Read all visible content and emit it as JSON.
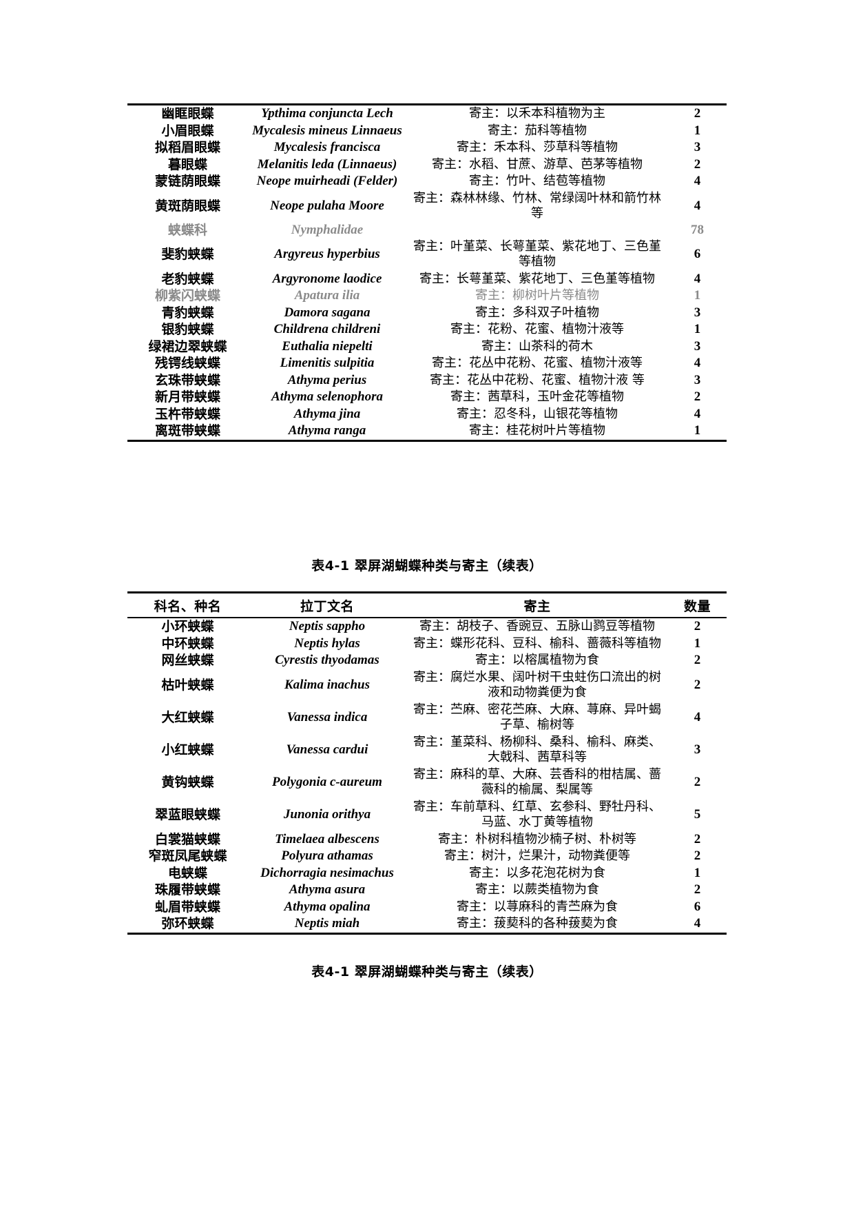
{
  "document": {
    "caption_1": "表4-1  翠屏湖蝴蝶种类与寄主（续表）",
    "caption_2": "表4-1  翠屏湖蝴蝶种类与寄主（续表）"
  },
  "table_2_headers": {
    "name": "科名、种名",
    "latin": "拉丁文名",
    "host": "寄主",
    "qty": "数量"
  },
  "table_1_rows": [
    {
      "cn": "幽眶眼蝶",
      "latin": "Ypthima conjuncta Lech",
      "host": "寄主：以禾本科植物为主",
      "qty": "2",
      "faded": false
    },
    {
      "cn": "小眉眼蝶",
      "latin": "Mycalesis mineus Linnaeus",
      "host": "寄主：茄科等植物",
      "qty": "1",
      "faded": false
    },
    {
      "cn": "拟稻眉眼蝶",
      "latin": "Mycalesis francisca",
      "host": "寄主：禾本科、莎草科等植物",
      "qty": "3",
      "faded": false
    },
    {
      "cn": "暮眼蝶",
      "latin": "Melanitis leda (Linnaeus)",
      "host": "寄主：水稻、甘蔗、游草、芭茅等植物",
      "qty": "2",
      "faded": false
    },
    {
      "cn": "蒙链荫眼蝶",
      "latin": "Neope muirheadi (Felder)",
      "host": "寄主：竹叶、结苞等植物",
      "qty": "4",
      "faded": false
    },
    {
      "cn": "黄斑荫眼蝶",
      "latin": "Neope pulaha Moore",
      "host": "寄主：森林林缘、竹林、常绿阔叶林和箭竹林等",
      "qty": "4",
      "faded": false
    },
    {
      "cn": "蛱蝶科",
      "latin": "Nymphalidae",
      "host": "",
      "qty": "78",
      "faded": true
    },
    {
      "cn": "斐豹蛱蝶",
      "latin": "Argyreus hyperbius",
      "host": "寄主：叶堇菜、长萼堇菜、紫花地丁、三色堇等植物",
      "qty": "6",
      "faded": false
    },
    {
      "cn": "老豹蛱蝶",
      "latin": "Argyronome laodice",
      "host": "寄主：长萼堇菜、紫花地丁、三色堇等植物",
      "qty": "4",
      "faded": false
    },
    {
      "cn": "柳紫闪蛱蝶",
      "latin": "Apatura ilia",
      "host": "寄主：柳树叶片等植物",
      "qty": "1",
      "faded": true
    },
    {
      "cn": "青豹蛱蝶",
      "latin": "Damora sagana",
      "host": "寄主：多科双子叶植物",
      "qty": "3",
      "faded": false
    },
    {
      "cn": "银豹蛱蝶",
      "latin": "Childrena childreni",
      "host": "寄主：花粉、花蜜、植物汁液等",
      "qty": "1",
      "faded": false
    },
    {
      "cn": "绿裙边翠蛱蝶",
      "latin": "Euthalia niepelti",
      "host": "寄主：山茶科的荷木",
      "qty": "3",
      "faded": false
    },
    {
      "cn": "残锷线蛱蝶",
      "latin": "Limenitis sulpitia",
      "host": "寄主：花丛中花粉、花蜜、植物汁液等",
      "qty": "4",
      "faded": false
    },
    {
      "cn": "玄珠带蛱蝶",
      "latin": "Athyma perius",
      "host": "寄主：花丛中花粉、花蜜、植物汁液\n等",
      "qty": "3",
      "faded": false
    },
    {
      "cn": "新月带蛱蝶",
      "latin": "Athyma selenophora",
      "host": "寄主：茜草科，玉叶金花等植物",
      "qty": "2",
      "faded": false
    },
    {
      "cn": "玉杵带蛱蝶",
      "latin": "Athyma jina",
      "host": "寄主：忍冬科，山银花等植物",
      "qty": "4",
      "faded": false
    },
    {
      "cn": "离斑带蛱蝶",
      "latin": "Athyma ranga",
      "host": "寄主：桂花树叶片等植物",
      "qty": "1",
      "faded": false
    }
  ],
  "table_2_rows": [
    {
      "cn": "小环蛱蝶",
      "latin": "Neptis sappho",
      "host": "寄主：胡枝子、香豌豆、五脉山鹨豆等植物",
      "qty": "2"
    },
    {
      "cn": "中环蛱蝶",
      "latin": "Neptis hylas",
      "host": "寄主：蝶形花科、豆科、榆科、蔷薇科等植物",
      "qty": "1"
    },
    {
      "cn": "网丝蛱蝶",
      "latin": "Cyrestis thyodamas",
      "host": "寄主：以榕属植物为食",
      "qty": "2"
    },
    {
      "cn": "枯叶蛱蝶",
      "latin": "Kalima inachus",
      "host": "寄主：腐烂水果、阔叶树干虫蛀伤口流出的树液和动物粪便为食",
      "qty": "2"
    },
    {
      "cn": "大红蛱蝶",
      "latin": "Vanessa indica",
      "host": "寄主：苎麻、密花苎麻、大麻、荨麻、异叶蝎子草、榆树等",
      "qty": "4"
    },
    {
      "cn": "小红蛱蝶",
      "latin": "Vanessa cardui",
      "host": "寄主：堇菜科、杨柳科、桑科、榆科、麻类、大戟科、茜草科等",
      "qty": "3"
    },
    {
      "cn": "黄钩蛱蝶",
      "latin": "Polygonia c-aureum",
      "host": "寄主：麻科的草、大麻、芸香科的柑桔属、蔷薇科的榆属、梨属等",
      "qty": "2"
    },
    {
      "cn": "翠蓝眼蛱蝶",
      "latin": "Junonia orithya",
      "host": "寄主：车前草科、红草、玄参科、野牡丹科、马蓝、水丁黄等植物",
      "qty": "5"
    },
    {
      "cn": "白裳猫蛱蝶",
      "latin": "Timelaea albescens",
      "host": "寄主：朴树科植物沙楠子树、朴树等",
      "qty": "2"
    },
    {
      "cn": "窄斑凤尾蛱蝶",
      "latin": "Polyura athamas",
      "host": "寄主：树汁，烂果汁，动物粪便等",
      "qty": "2"
    },
    {
      "cn": "电蛱蝶",
      "latin": "Dichorragia nesimachus",
      "host": "寄主：以多花泡花树为食",
      "qty": "1"
    },
    {
      "cn": "珠履带蛱蝶",
      "latin": "Athyma asura",
      "host": "寄主：以蕨类植物为食",
      "qty": "2"
    },
    {
      "cn": "虬眉带蛱蝶",
      "latin": "Athyma opalina",
      "host": "寄主：以荨麻科的青苎麻为食",
      "qty": "6"
    },
    {
      "cn": "弥环蛱蝶",
      "latin": "Neptis miah",
      "host": "寄主：菝葜科的各种菝葜为食",
      "qty": "4"
    }
  ]
}
